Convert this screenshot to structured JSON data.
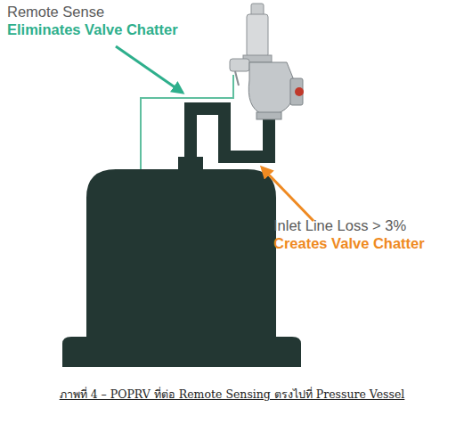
{
  "diagram": {
    "caption": "ภาพที่  4  –  POPRV ที่ต่อ Remote Sensing ตรงไปที่ Pressure Vessel",
    "labels": [
      "Remote Sense",
      "Eliminates Valve Chatter",
      "Inlet Line Loss > 3%",
      "Creates Valve Chatter"
    ]
  }
}
